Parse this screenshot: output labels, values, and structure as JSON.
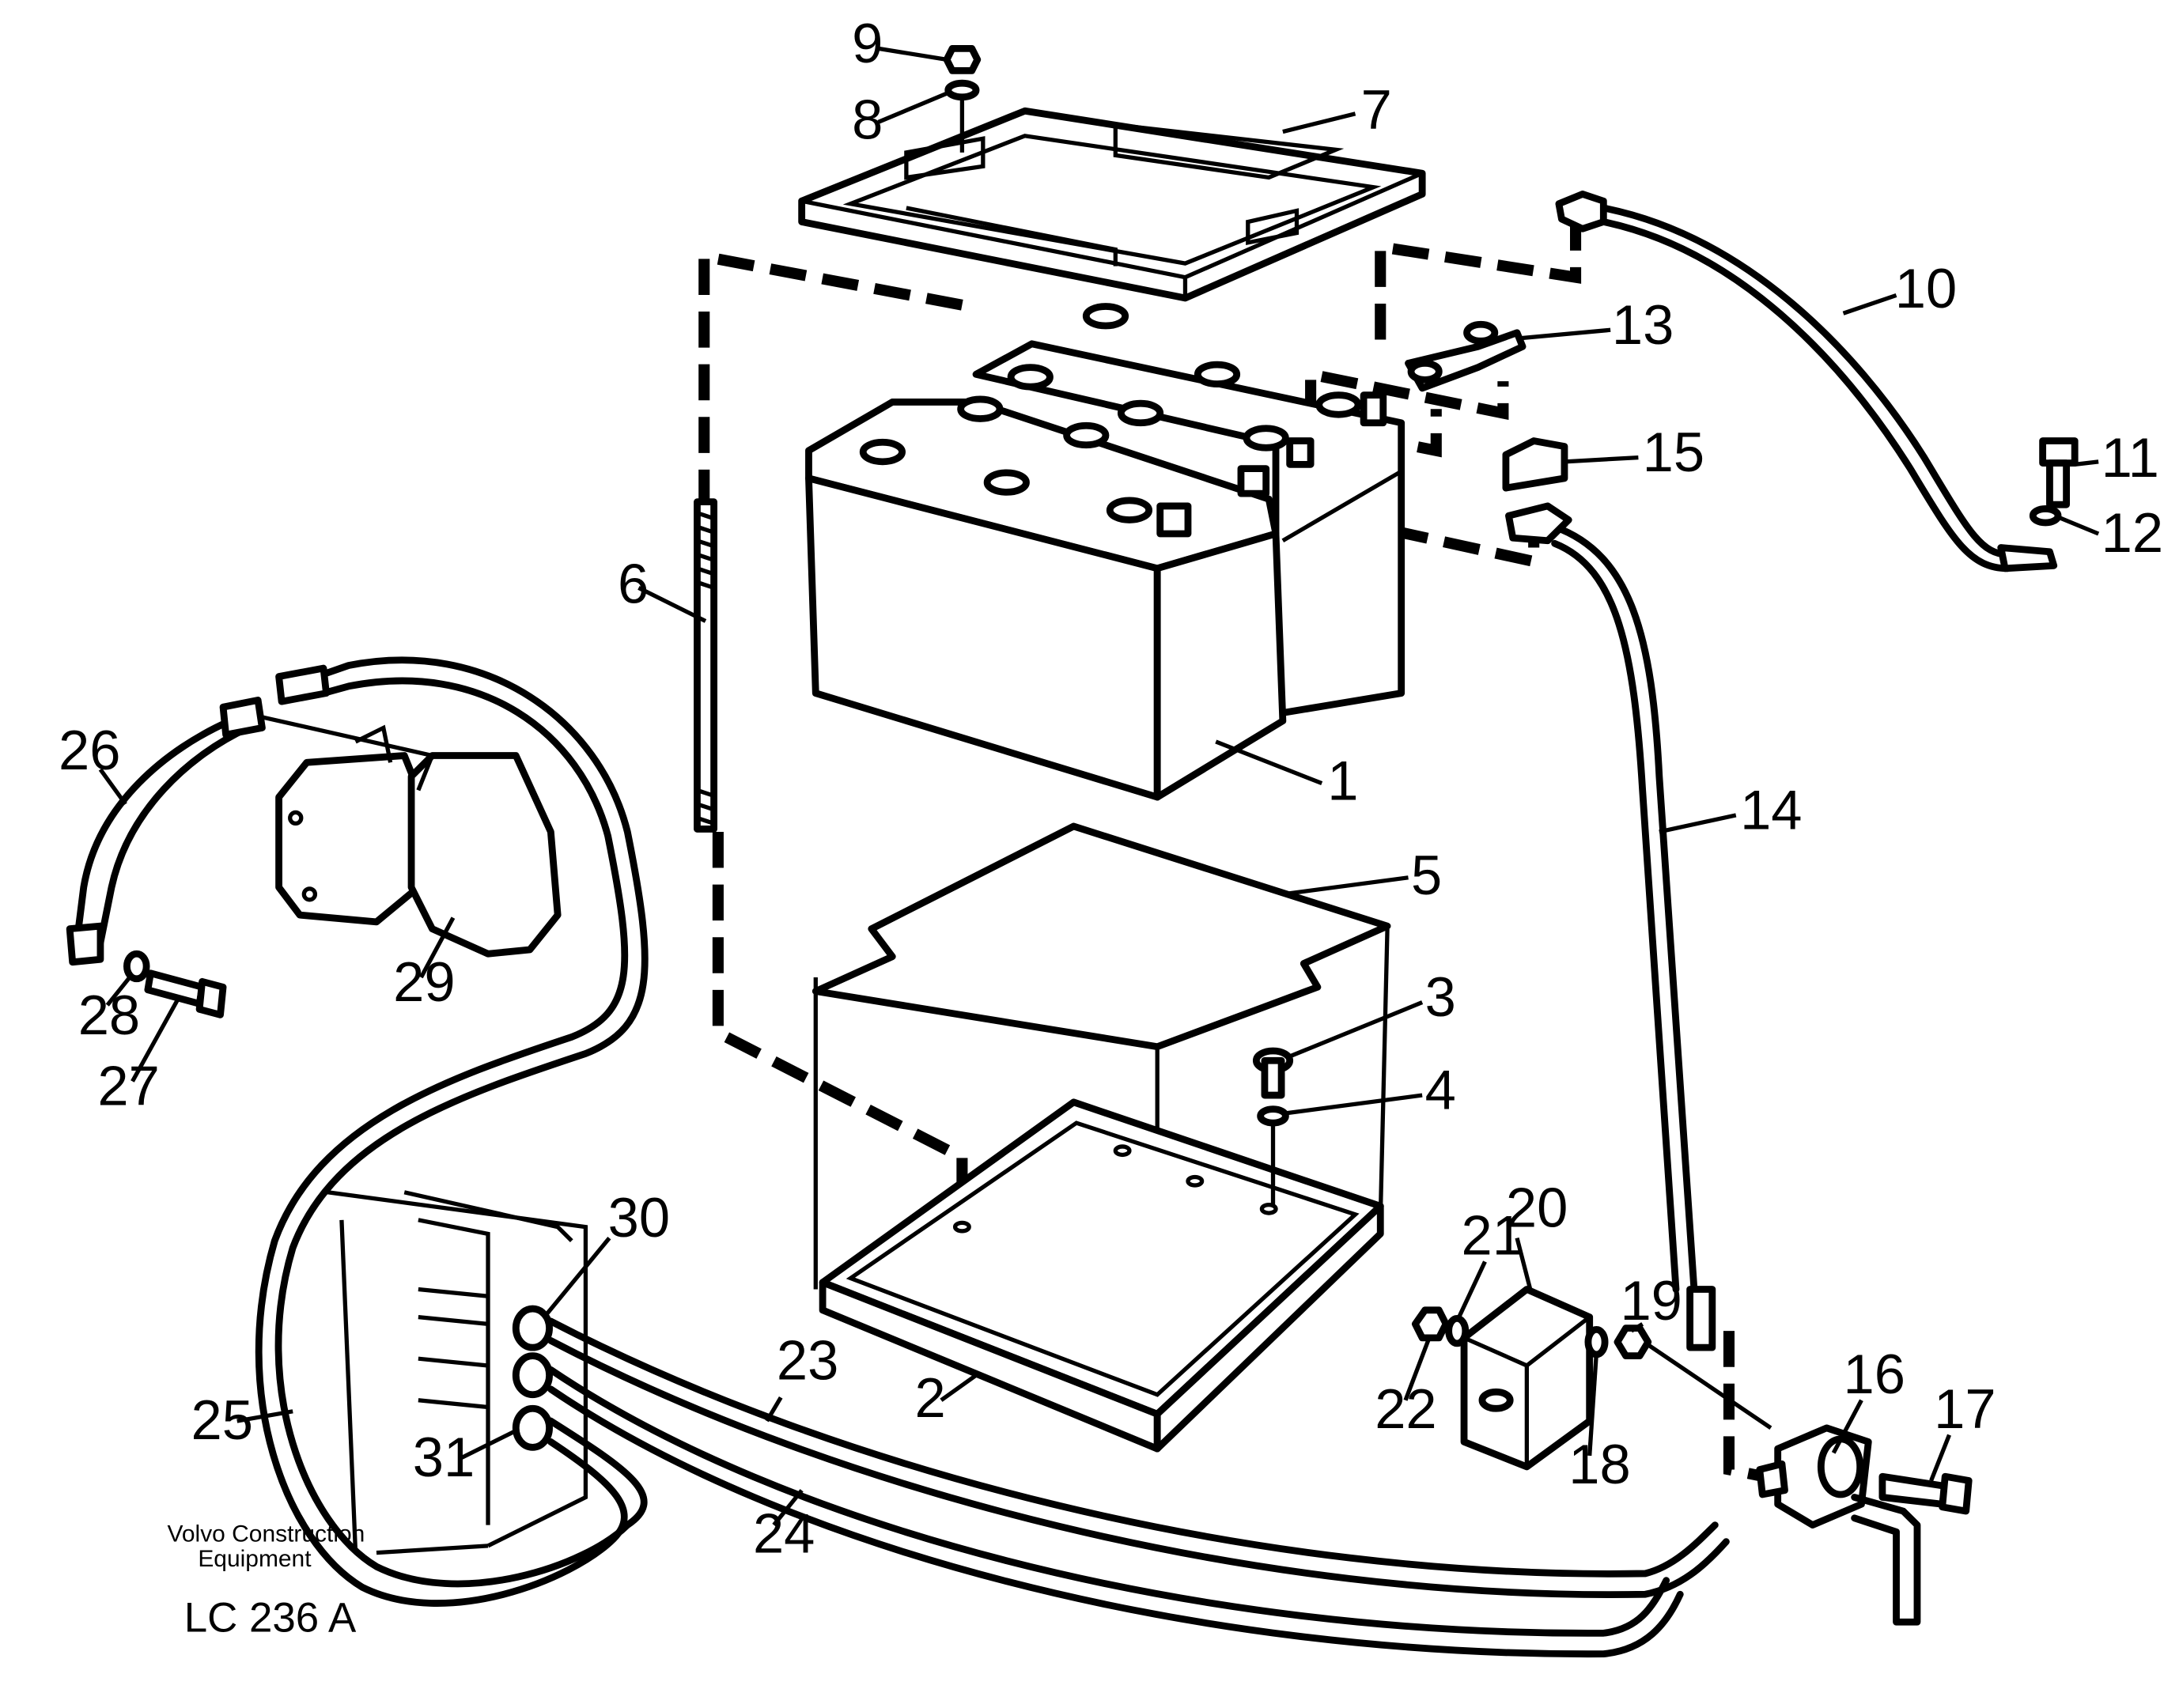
{
  "diagram": {
    "callouts": {
      "c1": "1",
      "c2": "2",
      "c3": "3",
      "c4": "4",
      "c5": "5",
      "c6": "6",
      "c7": "7",
      "c8": "8",
      "c9": "9",
      "c10": "10",
      "c11": "11",
      "c12": "12",
      "c13": "13",
      "c14": "14",
      "c15": "15",
      "c16": "16",
      "c17": "17",
      "c18": "18",
      "c19": "19",
      "c20": "20",
      "c21": "21",
      "c22": "22",
      "c23": "23",
      "c24": "24",
      "c25": "25",
      "c26": "26",
      "c27": "27",
      "c28": "28",
      "c29": "29",
      "c30": "30",
      "c31": "31"
    },
    "credit_line1": "Volvo Construction",
    "credit_line2": "Equipment",
    "drawing_code": "LC 236  A"
  }
}
